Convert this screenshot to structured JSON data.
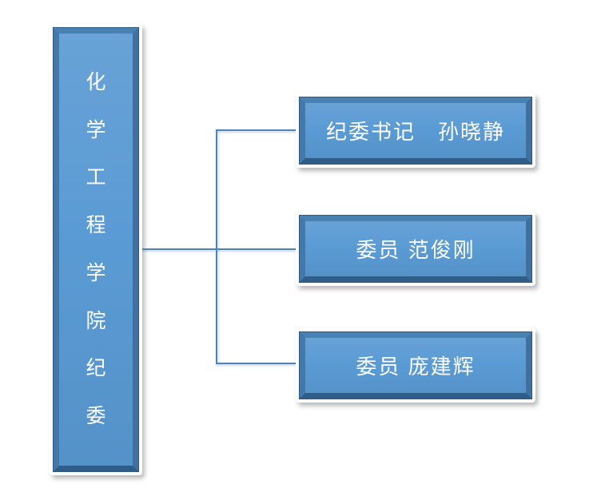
{
  "colors": {
    "background": "#ffffff",
    "node_face": "#5b9bd5",
    "node_face_light": "#68a2d6",
    "node_face_deep": "#5492c8",
    "bevel_top": "#4a81b3",
    "bevel_right": "#3f70a0",
    "bevel_bottom": "#2f5d88",
    "bevel_left": "#4478a9",
    "node_outline": "#2d5986",
    "connector": "#4f81bd",
    "text": "#ffffff"
  },
  "root_node": {
    "label": "化学工程学院纪委",
    "chars": [
      "化",
      "学",
      "工",
      "程",
      "学",
      "院",
      "纪",
      "委"
    ]
  },
  "member_nodes": [
    {
      "role": "纪委书记",
      "name": "孙晓静",
      "label": "纪委书记　孙晓静"
    },
    {
      "role": "委员",
      "name": "范俊刚",
      "label": "委员 范俊刚"
    },
    {
      "role": "委员",
      "name": "庞建辉",
      "label": "委员 庞建辉"
    }
  ]
}
